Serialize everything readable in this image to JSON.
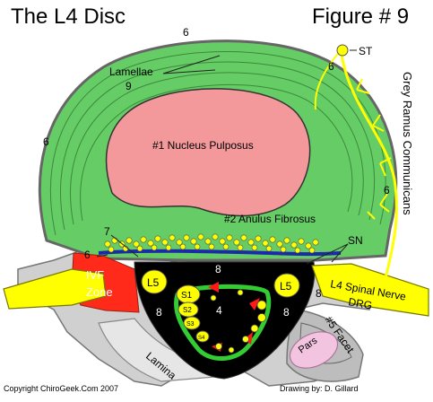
{
  "header": {
    "title": "The L4 Disc",
    "figure": "Figure # 9"
  },
  "labels": {
    "lamellae": "Lamellae",
    "lamella_count": "9",
    "nucleus": "#1 Nucleus Pulposus",
    "anulus": "#2 Anulus Fibrosus",
    "st": "ST",
    "sn": "SN",
    "grey_ramus": "Grey Ramus Communicans",
    "ivf_line1": "IVF",
    "ivf_line2": "Zone",
    "l5_left": "L5",
    "l5_right": "L5",
    "canal_4": "4",
    "canal_8_top": "8",
    "canal_8_left": "8",
    "canal_8_right": "8",
    "right_8": "8",
    "s1": "S1",
    "s2": "S2",
    "s3": "S3",
    "s4": "S4",
    "spinal_nerve": "L4 Spinal Nerve",
    "drg": "DRG",
    "facet": "#5 Facet",
    "pars": "Pars",
    "lamina": "Lamina",
    "ring_6_top": "6",
    "ring_6_upper_right": "6",
    "ring_6_left": "6",
    "ring_6_right": "6",
    "ring_6_bottom_left": "6",
    "ring_7": "7"
  },
  "footer": {
    "copyright": "Copyright ChiroGeek.Com 2007",
    "credit": "Drawing by:  D. Gillard"
  },
  "colors": {
    "disc_green": "#66cc66",
    "nucleus_pink": "#f4999b",
    "nerve_yellow": "#ffff00",
    "ivf_red": "#ff2a1a",
    "canal_black": "#000000",
    "bone_grey": "#c8c8c8",
    "pars_pink": "#f3c4e0",
    "ligament_blue": "#1a2aa8"
  }
}
